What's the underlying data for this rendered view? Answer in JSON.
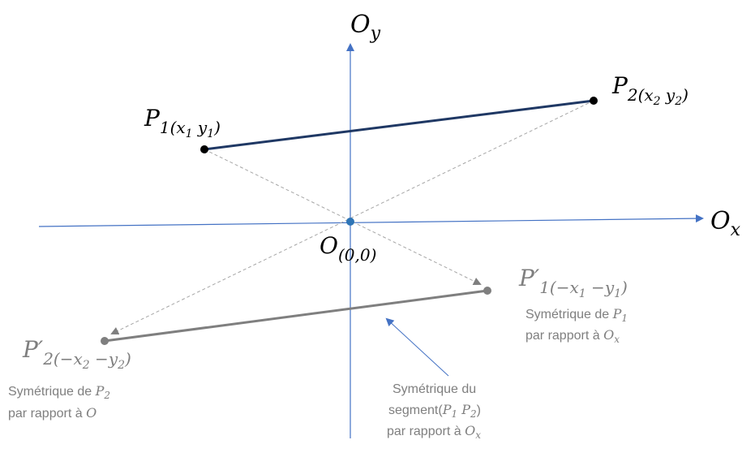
{
  "axes": {
    "y_label": {
      "main": "O",
      "sub": "y"
    },
    "x_label": {
      "main": "O",
      "sub": "x"
    },
    "origin_label": {
      "main": "O",
      "sub": "(0,0)"
    }
  },
  "points": {
    "p1": {
      "main": "P",
      "sub": "1(x",
      "sub2": "1",
      "sub3": " y",
      "sub4": "1",
      "sub5": ")"
    },
    "p2": {
      "main": "P",
      "sub": "2(x",
      "sub2": "2",
      "sub3": " y",
      "sub4": "2",
      "sub5": ")"
    },
    "p1_prime": {
      "main": "P′",
      "sub": "1(−x",
      "sub2": "1",
      "sub3": " −y",
      "sub4": "1",
      "sub5": ")"
    },
    "p2_prime": {
      "main": "P′",
      "sub": "2(−x",
      "sub2": "2",
      "sub3": " −y",
      "sub4": "2",
      "sub5": ")"
    }
  },
  "notes": {
    "sym_p1": {
      "line1": "Symétrique de ",
      "line1_var": "P",
      "line1_sub": "1",
      "line2": "par rapport à ",
      "line2_var": "O",
      "line2_sub": "x"
    },
    "sym_p2": {
      "line1": "Symétrique de ",
      "line1_var": "P",
      "line1_sub": "2",
      "line2": "par rapport à ",
      "line2_var": "O"
    },
    "sym_segment": {
      "line1": "Symétrique du",
      "line2_a": "segment(",
      "line2_var1": "P",
      "line2_sub1": "1",
      "line2_var2": " P",
      "line2_sub2": "2",
      "line2_b": ")",
      "line3": "par rapport à ",
      "line3_var": "O",
      "line3_sub": "x"
    }
  },
  "colors": {
    "axis": "#4472c4",
    "segment": "#1f3864",
    "reflected": "#7f7f7f",
    "dashed": "#a6a6a6",
    "origin": "#2e75b6",
    "text_dark": "#000000",
    "text_gray": "#7f7f7f"
  }
}
